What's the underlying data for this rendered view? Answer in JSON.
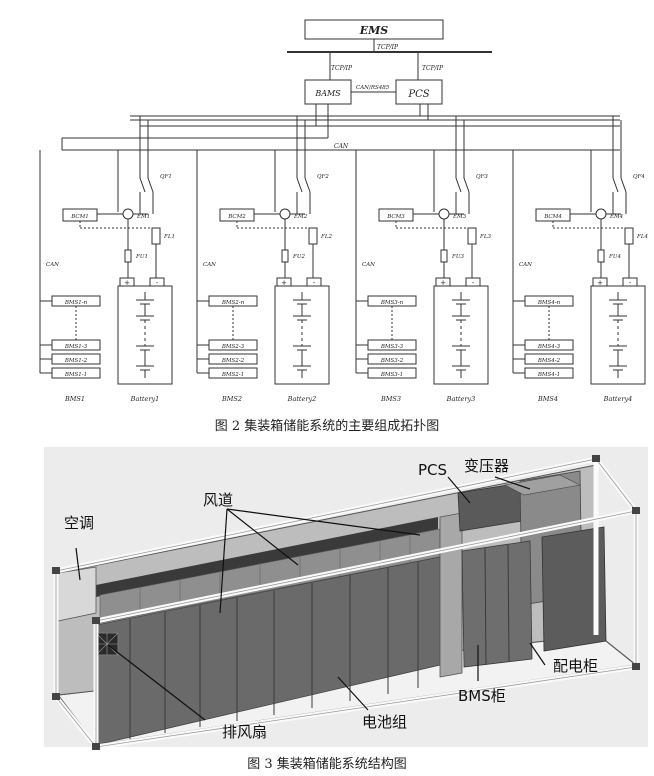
{
  "figure2": {
    "caption": "图 2  集装箱储能系统的主要组成拓扑图",
    "ems": "EMS",
    "bams": "BAMS",
    "pcs": "PCS",
    "tcp1": "TCP/IP",
    "tcp2": "TCP/IP",
    "tcp3": "TCP/IP",
    "can_rs485": "CAN/RS485",
    "can_bus": "CAN",
    "groups": [
      {
        "bcm": "BCM1",
        "em": "EM1",
        "qf": "QF1",
        "fl": "FL1",
        "fu": "FU1",
        "can": "CAN",
        "bms_n": "BMS1-n",
        "bms_3": "BMS1-3",
        "bms_2": "BMS1-2",
        "bms_1": "BMS1-1",
        "bms_label": "BMS1",
        "battery": "Battery1"
      },
      {
        "bcm": "BCM2",
        "em": "EM2",
        "qf": "QF2",
        "fl": "FL2",
        "fu": "FU2",
        "can": "CAN",
        "bms_n": "BMS2-n",
        "bms_3": "BMS2-3",
        "bms_2": "BMS2-2",
        "bms_1": "BMS2-1",
        "bms_label": "BMS2",
        "battery": "Battery2"
      },
      {
        "bcm": "BCM3",
        "em": "EM3",
        "qf": "QF3",
        "fl": "FL3",
        "fu": "FU3",
        "can": "CAN",
        "bms_n": "BMS3-n",
        "bms_3": "BMS3-3",
        "bms_2": "BMS3-2",
        "bms_1": "BMS3-1",
        "bms_label": "BMS3",
        "battery": "Battery3"
      },
      {
        "bcm": "BCM4",
        "em": "EM4",
        "qf": "QF4",
        "fl": "FL4",
        "fu": "FU4",
        "can": "CAN",
        "bms_n": "BMS4-n",
        "bms_3": "BMS4-3",
        "bms_2": "BMS4-2",
        "bms_1": "BMS4-1",
        "bms_label": "BMS4",
        "battery": "Battery4"
      }
    ]
  },
  "figure3": {
    "caption": "图 3  集装箱储能系统结构图",
    "labels": {
      "air_conditioner": "空调",
      "air_duct": "风道",
      "pcs": "PCS",
      "transformer": "变压器",
      "exhaust_fan": "排风扇",
      "battery_pack": "电池组",
      "bms_cabinet": "BMS柜",
      "distribution_cabinet": "配电柜"
    }
  }
}
